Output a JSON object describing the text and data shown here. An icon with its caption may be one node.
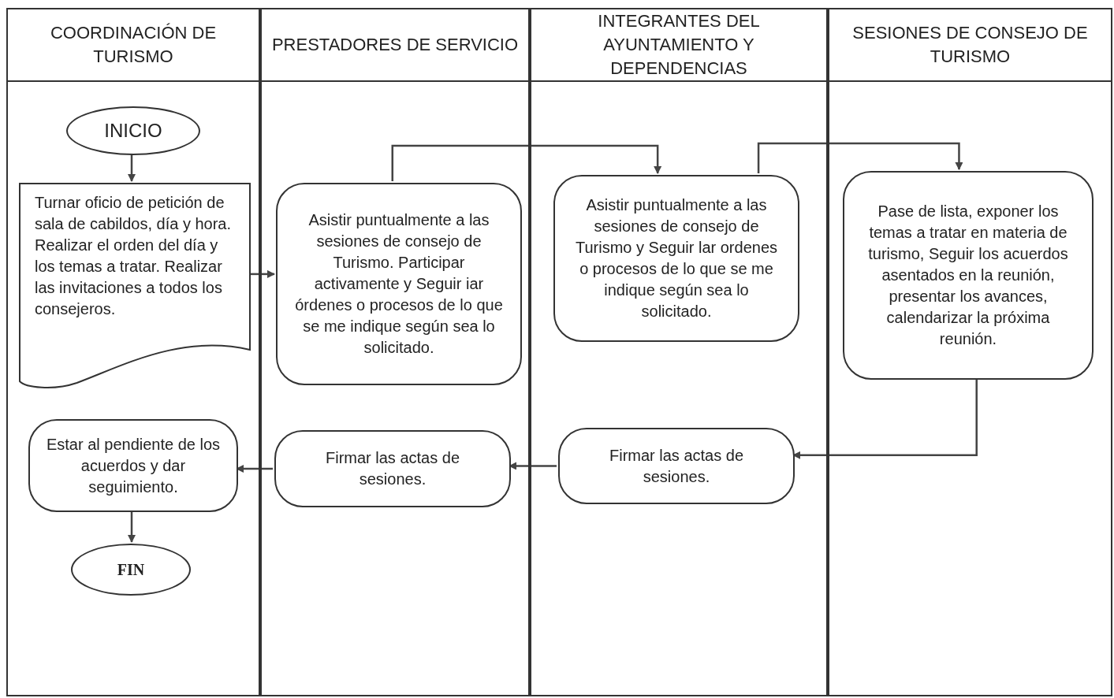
{
  "diagram": {
    "nodes": [
      {
        "text": [
          "COORDINACIÓN DE TURISMO"
        ]
      },
      {
        "text": [
          "PRESTADORES DE SERVICIO"
        ]
      },
      {
        "text": [
          "INTEGRANTES DEL AYUNTAMIENTO Y DEPENDENCIAS"
        ]
      },
      {
        "text": [
          "SESIONES DE CONSEJO DE TURISMO"
        ]
      },
      {
        "text": [
          "INICIO"
        ],
        "in": 0
      },
      {
        "text": [
          "Turnar oficio de petición de sala de cabildos, día y hora. Realizar el orden del día y los temas a tratar. Realizar las invitaciones a todos los consejeros."
        ],
        "in": 0
      },
      {
        "text": [
          "Asistir puntualmente a las sesiones de consejo de Turismo. Participar activamente y Seguir iar órdenes o procesos de lo que se me indique según sea lo solicitado."
        ],
        "in": 1
      },
      {
        "text": [
          "Asistir puntualmente a las sesiones de consejo de Turismo y Seguir lar ordenes o procesos de lo que se me indique según sea lo solicitado."
        ],
        "in": 2
      },
      {
        "text": [
          "Pase de lista, exponer los temas a tratar en materia de turismo, Seguir los acuerdos asentados en la reunión, presentar los avances, calendarizar la próxima reunión."
        ],
        "in": 3
      },
      {
        "text": [
          "Estar al pendiente de los acuerdos y dar seguimiento."
        ],
        "in": 0
      },
      {
        "text": [
          "Firmar las actas de sesiones."
        ],
        "in": 1
      },
      {
        "text": [
          "Firmar las actas de sesiones."
        ],
        "in": 2
      },
      {
        "text": [
          "FIN"
        ],
        "in": 0
      }
    ],
    "edges": [
      {
        "from": 4,
        "to": 5,
        "arrow": "to"
      },
      {
        "from": 5,
        "to": 6,
        "arrow": "to"
      },
      {
        "from": 6,
        "to": 7,
        "arrow": "to"
      },
      {
        "from": 7,
        "to": 8,
        "arrow": "to"
      },
      {
        "from": 8,
        "to": 11,
        "arrow": "to"
      },
      {
        "from": 11,
        "to": 10,
        "arrow": "to"
      },
      {
        "from": 10,
        "to": 9,
        "arrow": "to"
      },
      {
        "from": 9,
        "to": 12,
        "arrow": "to"
      }
    ]
  }
}
